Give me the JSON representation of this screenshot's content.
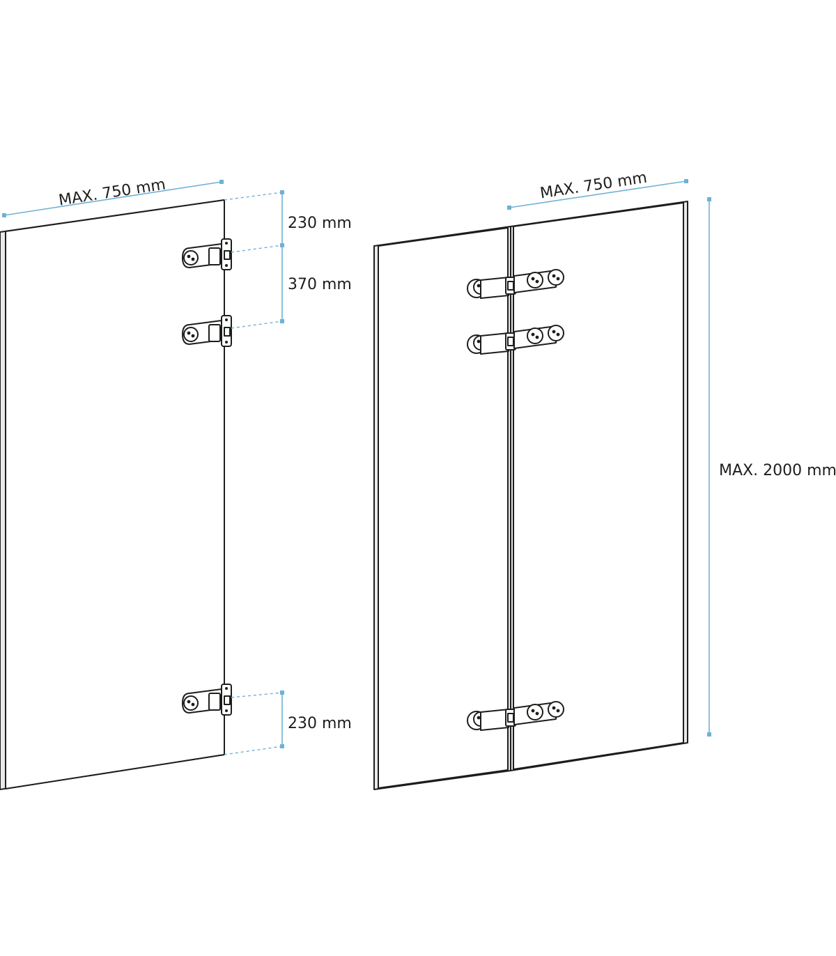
{
  "left_panel": {
    "width_label": "MAX. 750 mm",
    "dim_top": "230 mm",
    "dim_middle": "370 mm",
    "dim_bottom": "230 mm"
  },
  "right_panel": {
    "width_label": "MAX. 750 mm",
    "height_label": "MAX. 2000 mm"
  },
  "colors": {
    "line": "#1d1d1b",
    "dimension": "#6fb1d6"
  }
}
